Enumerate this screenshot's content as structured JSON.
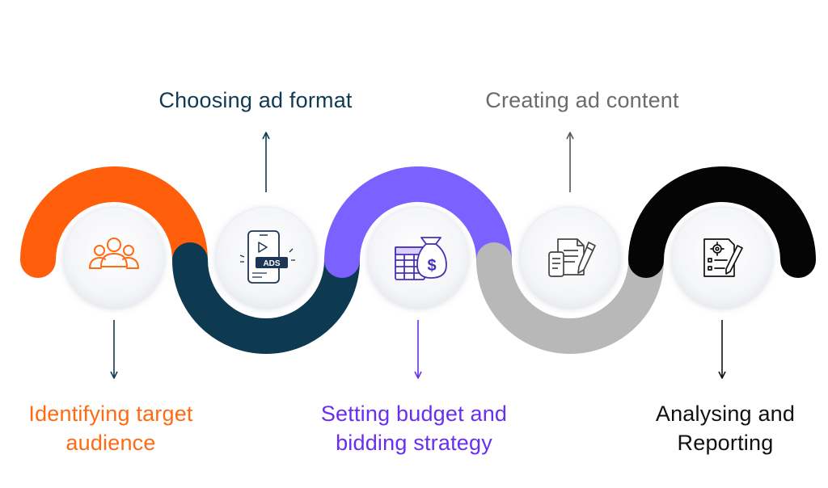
{
  "steps": [
    {
      "id": "identify",
      "label_lines": [
        "Identifying target",
        "audience"
      ],
      "color": "#ff6a13",
      "icon": "audience-icon",
      "label_position": "below"
    },
    {
      "id": "format",
      "label_lines": [
        "Choosing ad format"
      ],
      "color": "#0e3a52",
      "icon": "ad-format-icon",
      "label_position": "above"
    },
    {
      "id": "budget",
      "label_lines": [
        "Setting budget and",
        "bidding strategy"
      ],
      "color": "#6a2ef0",
      "icon": "budget-icon",
      "label_position": "below"
    },
    {
      "id": "content",
      "label_lines": [
        "Creating ad content"
      ],
      "color": "#6b6b6b",
      "icon": "content-icon",
      "label_position": "above"
    },
    {
      "id": "report",
      "label_lines": [
        "Analysing and",
        "Reporting"
      ],
      "color": "#111111",
      "icon": "report-icon",
      "label_position": "below"
    }
  ],
  "segment_colors": {
    "orange": "#ff5e0a",
    "navy": "#0d3a50",
    "purple": "#7b61ff",
    "grey": "#b8b8b8",
    "black": "#050505"
  },
  "icons": {
    "ad_format_badge": "ADS"
  }
}
